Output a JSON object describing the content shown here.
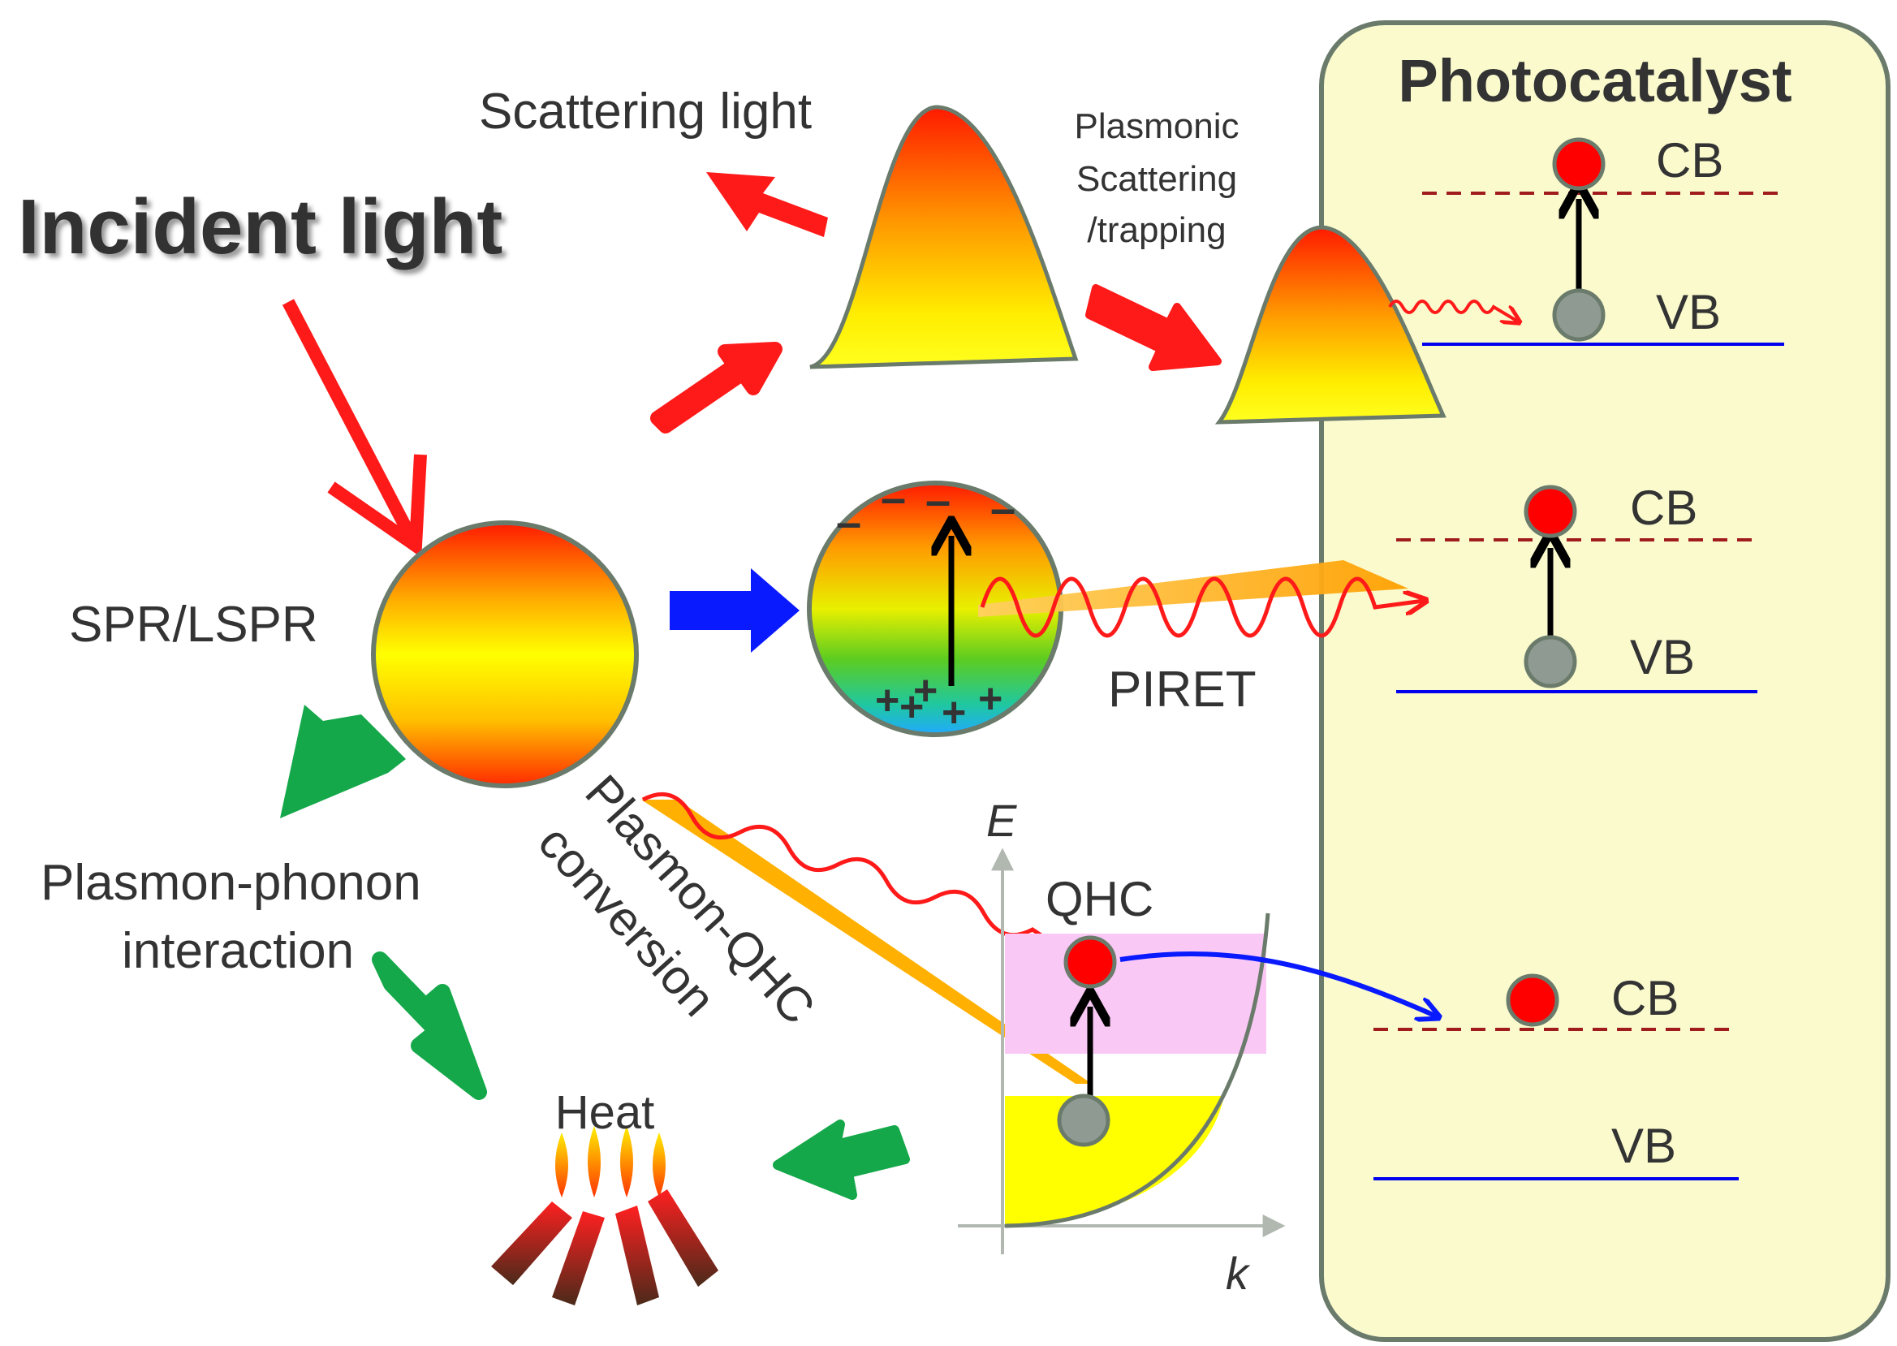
{
  "labels": {
    "incident_light": "Incident light",
    "scattering_light": "Scattering  light",
    "plasmonic_scattering_1": "Plasmonic",
    "plasmonic_scattering_2": "Scattering",
    "plasmonic_scattering_3": "/trapping",
    "photocatalyst": "Photocatalyst",
    "spr_lspr": "SPR/LSPR",
    "piret": "PIRET",
    "plasmon_phonon_1": "Plasmon-phonon",
    "plasmon_phonon_2": "interaction",
    "plasmon_qhc_1": "Plasmon-QHC",
    "plasmon_qhc_2": "conversion",
    "heat": "Heat",
    "qhc": "QHC",
    "axis_e": "E",
    "axis_k": "k",
    "cb_1": "CB",
    "vb_1": "VB",
    "cb_2": "CB",
    "vb_2": "VB",
    "cb_3": "CB",
    "vb_3": "VB",
    "minus_1": "–",
    "minus_2": "–",
    "minus_3": "–",
    "minus_4": "–",
    "plus_1": "+",
    "plus_2": "+",
    "plus_3": "+",
    "plus_4": "+",
    "plus_5": "+"
  },
  "colors": {
    "red_arrow": "#ff1a1a",
    "blue_arrow": "#0a1aff",
    "green_arrow": "#15a84a",
    "panel_fill": "#fafacd",
    "panel_border": "#6b7b6b",
    "electron": "#ff0000",
    "hole": "#8e9a92",
    "cb_line": "#a01c1c",
    "vb_line": "#0000ee",
    "qhc_band": "#f9c8f5",
    "yellow": "#ffff00"
  }
}
